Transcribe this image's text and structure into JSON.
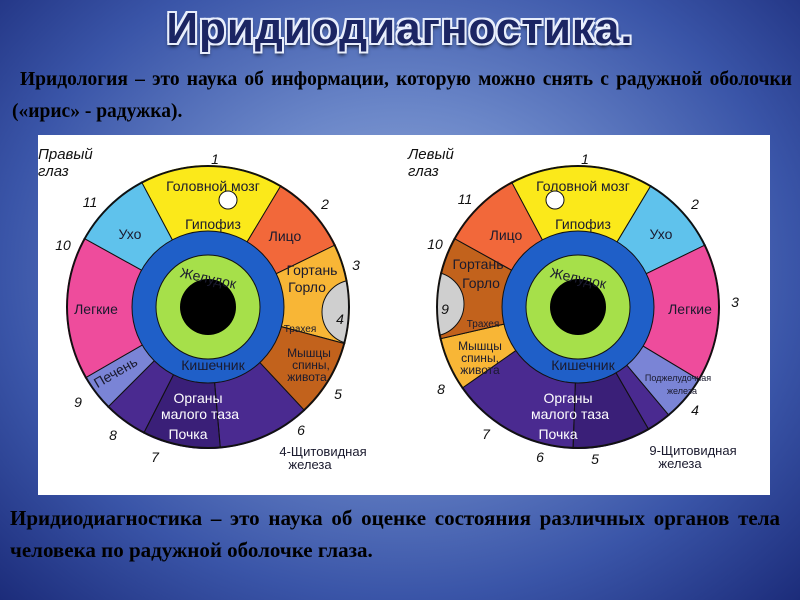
{
  "title": "Иридиодиагностика.",
  "intro": "Иридология – это наука об информации, которую можно снять с радужной оболочки («ирис» - радужка).",
  "conclusion": "Иридиодиагностика – это наука об оценке состояния различных органов тела человека по радужной оболочке глаза.",
  "right_eye": {
    "title_line1": "Правый",
    "title_line2": "глаз",
    "brain": "Головной мозг",
    "pituitary": "Гипофиз",
    "face": "Лицо",
    "larynx": "Гортань",
    "throat": "Горло",
    "trachea": "Трахея",
    "muscles1": "Мышцы",
    "muscles2": "спины,",
    "muscles3": "живота",
    "pelvic1": "Органы",
    "pelvic2": "малого таза",
    "kidney": "Почка",
    "liver": "Печень",
    "lungs": "Легкие",
    "ear": "Ухо",
    "stomach": "Желудок",
    "intestine": "Кишечник",
    "thyroid1": "4-Щитовидная",
    "thyroid2": "железа",
    "numbers": [
      "1",
      "2",
      "3",
      "4",
      "5",
      "6",
      "7",
      "8",
      "9",
      "10",
      "11"
    ]
  },
  "left_eye": {
    "title_line1": "Левый",
    "title_line2": "глаз",
    "brain": "Головной мозг",
    "pituitary": "Гипофиз",
    "face": "Лицо",
    "larynx": "Гортань",
    "throat": "Горло",
    "trachea": "Трахея",
    "muscles1": "Мышцы",
    "muscles2": "спины,",
    "muscles3": "живота",
    "pelvic1": "Органы",
    "pelvic2": "малого таза",
    "kidney": "Почка",
    "pancreas1": "Поджелудочная",
    "pancreas2": "железа",
    "lungs": "Легкие",
    "ear": "Ухо",
    "stomach": "Желудок",
    "intestine": "Кишечник",
    "thyroid1": "9-Щитовидная",
    "thyroid2": "железа",
    "numbers": [
      "1",
      "2",
      "3",
      "4",
      "5",
      "6",
      "7",
      "8",
      "9",
      "10",
      "11"
    ]
  },
  "colors": {
    "yellow": "#fbe91a",
    "red_orange": "#f2683a",
    "orange": "#f8b636",
    "brown": "#c2621c",
    "purple": "#4a2a90",
    "dark_purple": "#3a1f78",
    "liver": "#7a84d6",
    "pink": "#ee4c9c",
    "light_blue": "#5fc2ec",
    "blue_ring": "#1f5fc8",
    "green": "#a6e04a",
    "gray": "#cfcfcf"
  }
}
